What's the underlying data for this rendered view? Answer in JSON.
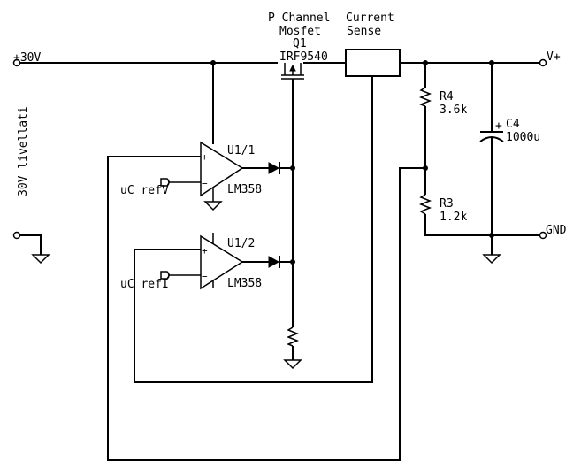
{
  "title": "Regulated power supply schematic",
  "labels": {
    "input_positive": "+30V",
    "input_description": "30V livellati",
    "mosfet_header_line1": "P Channel",
    "mosfet_header_line2": "Mosfet",
    "mosfet_ref": "Q1",
    "mosfet_part": "IRF9540",
    "sense_header_line1": "Current",
    "sense_header_line2": "Sense",
    "r4_ref": "R4",
    "r4_value": "3.6k",
    "r3_ref": "R3",
    "r3_value": "1.2k",
    "c4_ref": "C4",
    "c4_value": "1000u",
    "c4_polarity": "+",
    "output_positive": "V+",
    "output_ground": "GND",
    "opamp1_ref": "U1/1",
    "opamp1_part": "LM358",
    "opamp2_ref": "U1/2",
    "opamp2_part": "LM358",
    "opamp_plus": "+",
    "opamp_minus": "−",
    "ref_v": "uC refV",
    "ref_i": "uC refI"
  },
  "components": [
    {
      "ref": "Q1",
      "type": "P-channel MOSFET",
      "part": "IRF9540"
    },
    {
      "ref": "Current Sense",
      "type": "sense element"
    },
    {
      "ref": "R4",
      "type": "resistor",
      "value": "3.6k"
    },
    {
      "ref": "R3",
      "type": "resistor",
      "value": "1.2k"
    },
    {
      "ref": "C4",
      "type": "polarized capacitor",
      "value": "1000u"
    },
    {
      "ref": "U1/1",
      "type": "op-amp",
      "part": "LM358"
    },
    {
      "ref": "U1/2",
      "type": "op-amp",
      "part": "LM358"
    }
  ]
}
